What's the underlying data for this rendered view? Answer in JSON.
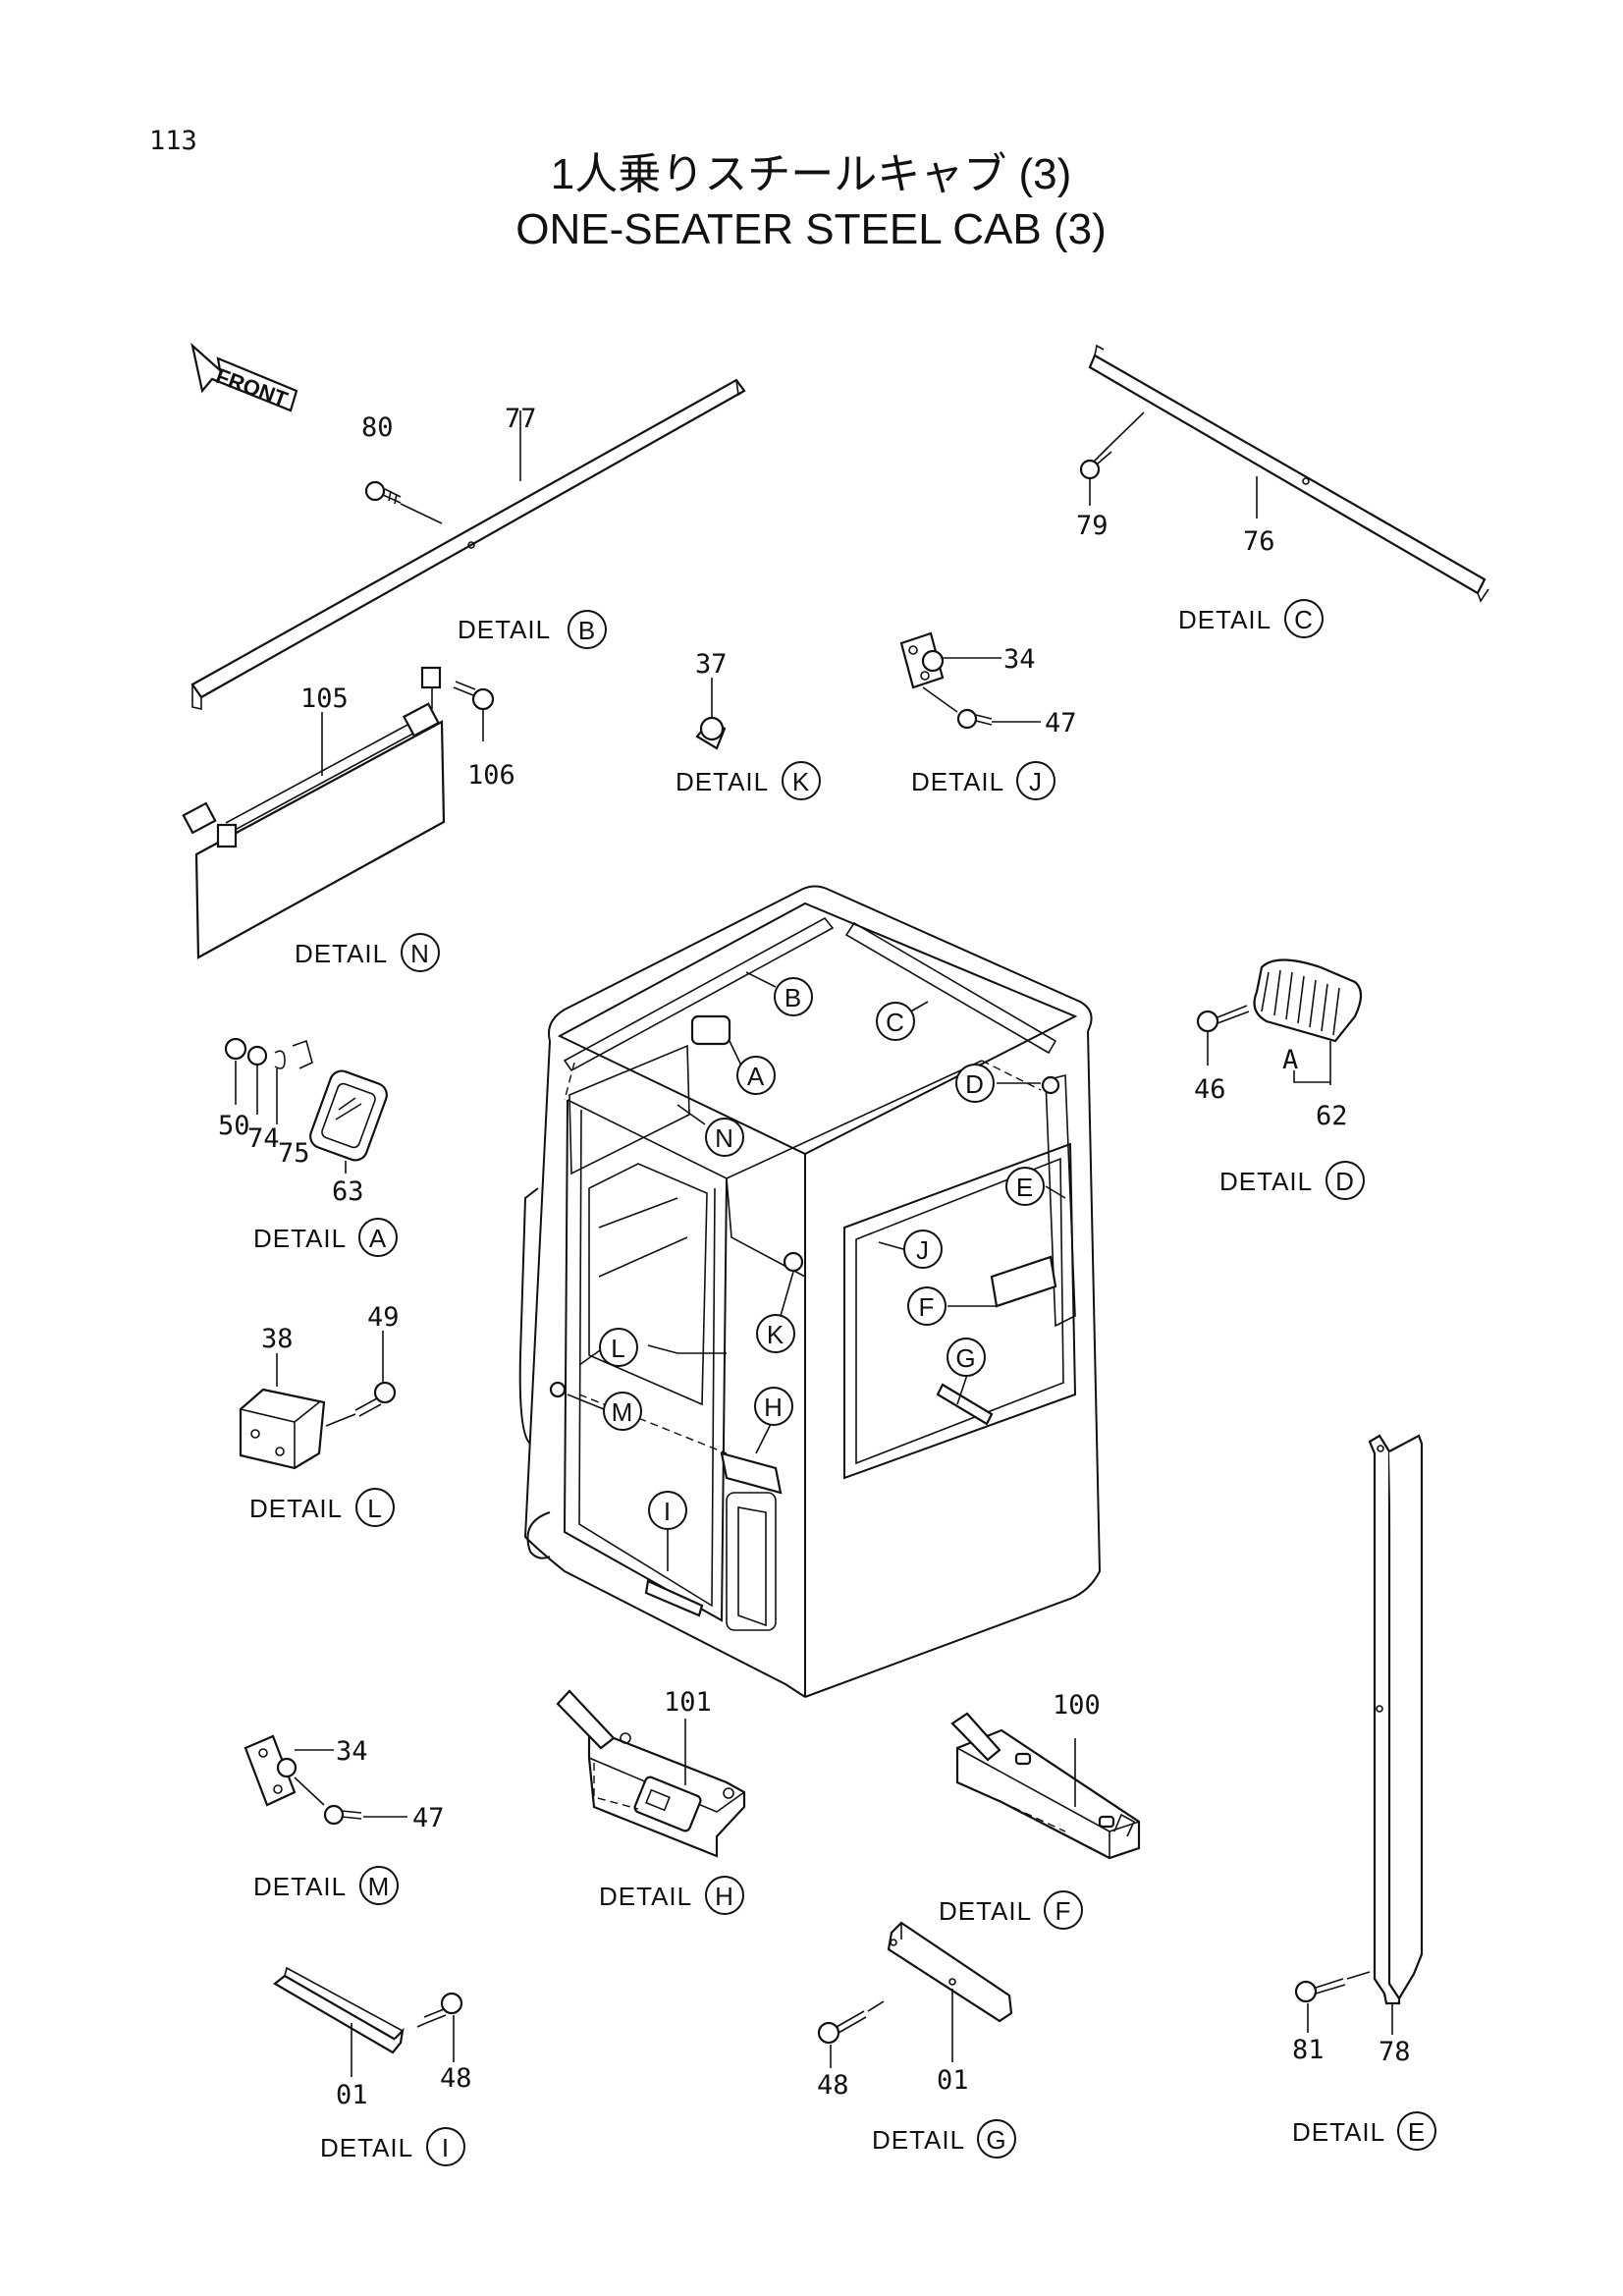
{
  "page_number": "113",
  "title_jp": "1人乗りスチールキャブ (3)",
  "title_en": "ONE-SEATER STEEL CAB (3)",
  "front_label": "FRONT",
  "detail_word": "DETAIL",
  "details": {
    "A": "A",
    "B": "B",
    "C": "C",
    "D": "D",
    "E": "E",
    "F": "F",
    "G": "G",
    "H": "H",
    "I": "I",
    "J": "J",
    "K": "K",
    "L": "L",
    "M": "M",
    "N": "N"
  },
  "parts": {
    "p80": "80",
    "p77": "77",
    "p79": "79",
    "p76": "76",
    "p37": "37",
    "p34a": "34",
    "p47a": "47",
    "p105": "105",
    "p106": "106",
    "p46": "46",
    "p62": "62",
    "p62_sub": "A",
    "p50": "50",
    "p74": "74",
    "p75": "75",
    "p63": "63",
    "p38": "38",
    "p49": "49",
    "p101": "101",
    "p100": "100",
    "p34b": "34",
    "p47b": "47",
    "p01a": "01",
    "p48a": "48",
    "p48b": "48",
    "p01b": "01",
    "p81": "81",
    "p78": "78"
  }
}
